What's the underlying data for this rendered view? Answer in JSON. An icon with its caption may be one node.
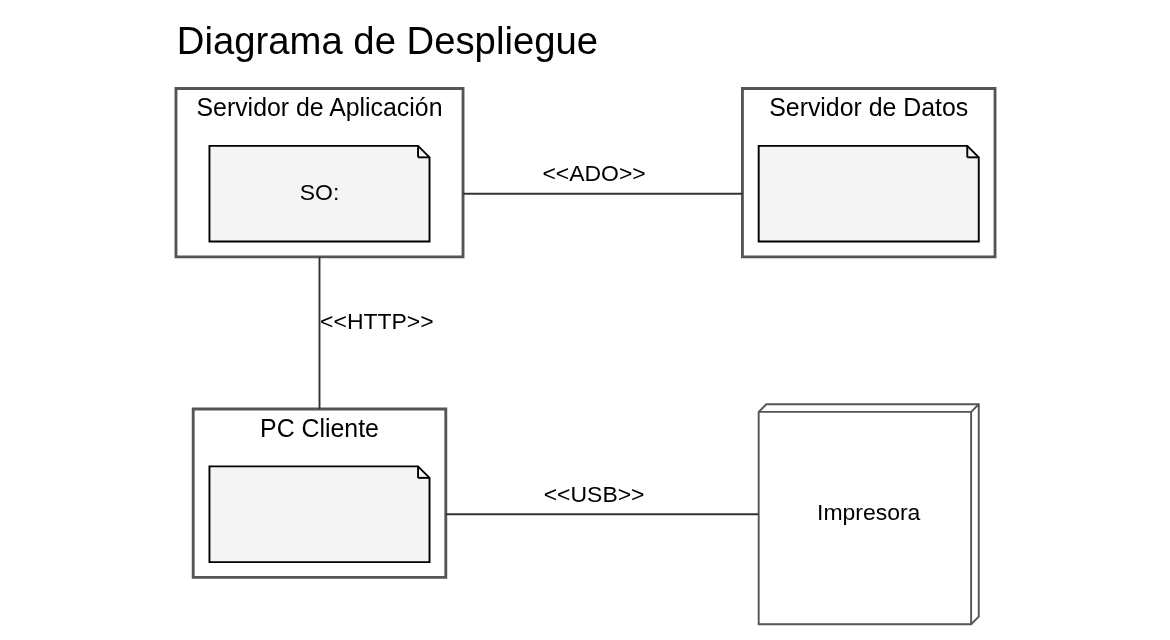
{
  "diagram": {
    "title": "Diagrama de Despliegue",
    "nodes": [
      {
        "text": [
          "Servidor de Aplicación"
        ]
      },
      {
        "text": [
          "SO:"
        ],
        "in": 0
      },
      {
        "text": [
          "Servidor de Datos"
        ]
      },
      {
        "text": [],
        "shape": "note",
        "in": 2
      },
      {
        "text": [
          "PC Cliente"
        ]
      },
      {
        "text": [],
        "shape": "note",
        "in": 4
      },
      {
        "text": [
          "Impresora"
        ]
      }
    ],
    "edges": [
      {
        "from": 0,
        "to": 2,
        "arrow": "none",
        "label": "<<ADO>>"
      },
      {
        "from": 0,
        "to": 4,
        "arrow": "none",
        "label": "<<HTTP>>"
      },
      {
        "from": 4,
        "to": 6,
        "arrow": "none",
        "label": "<<USB>>"
      }
    ]
  }
}
